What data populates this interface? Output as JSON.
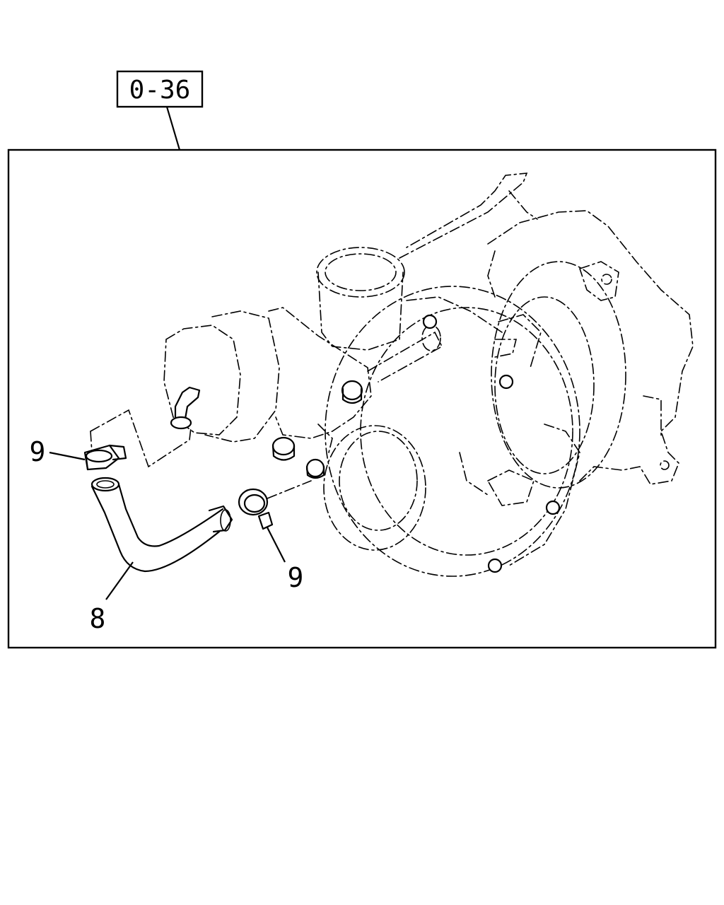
{
  "reference_box": {
    "label": "0-36"
  },
  "callouts": [
    {
      "id": "hose",
      "number": "8"
    },
    {
      "id": "clamp-upper",
      "number": "9"
    },
    {
      "id": "clamp-lower",
      "number": "9"
    }
  ],
  "colors": {
    "line": "#000000",
    "background": "#ffffff"
  }
}
